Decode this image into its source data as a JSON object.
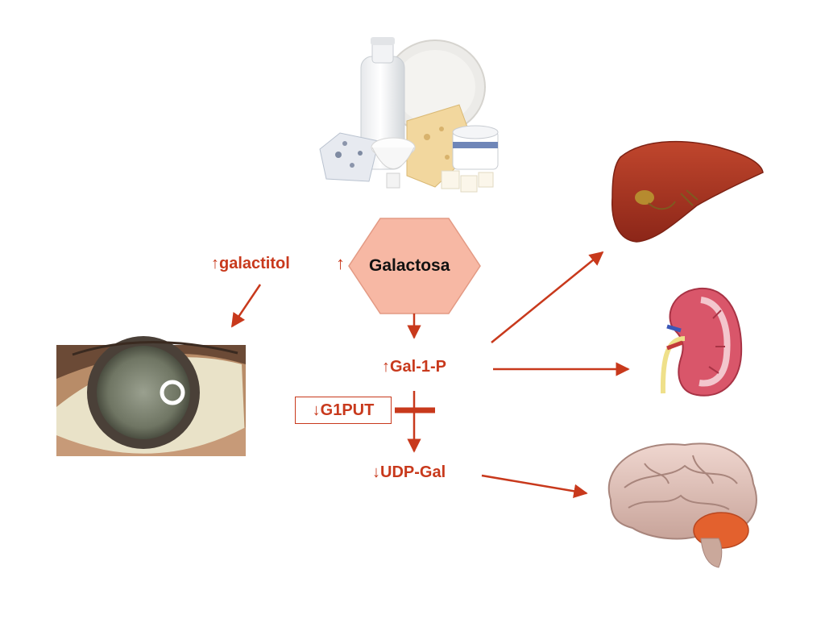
{
  "colors": {
    "accent": "#c8391c",
    "hexagon_fill": "#f7b8a4",
    "hexagon_stroke": "#e39a84",
    "text_dark": "#111111"
  },
  "nodes": {
    "galactosa": "Galactosa",
    "galactosa_increase": "↑",
    "galactitol": "↑galactitol",
    "gal1p": "↑Gal-1-P",
    "g1put": "↓G1PUT",
    "udpgal": "↓UDP-Gal"
  },
  "pictures": {
    "dairy": "dairy-products-photo",
    "eye": "eye-cataract-photo",
    "liver": "liver-illustration",
    "kidney": "kidney-illustration",
    "brain": "brain-illustration"
  }
}
